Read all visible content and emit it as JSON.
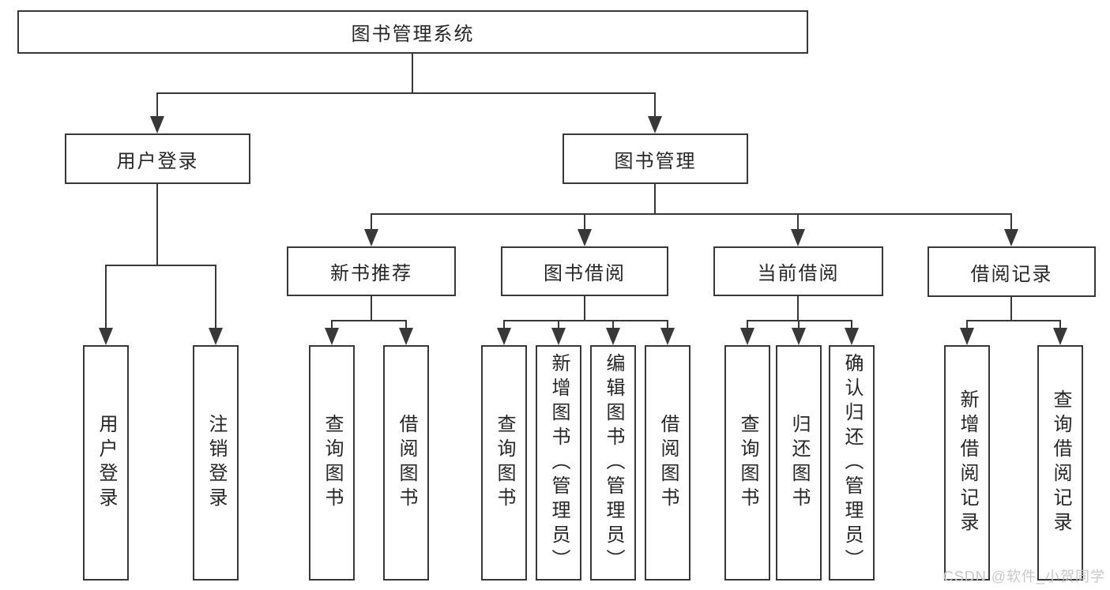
{
  "title": "图书管理系统",
  "watermark": "CSDN @软件_小贺同学",
  "colors": {
    "line": "#383838",
    "text": "#262626",
    "background": "#ffffff",
    "watermark": "#c8c8c8"
  },
  "tree": {
    "root": "图书管理系统",
    "branches": [
      {
        "label": "用户登录",
        "children": [
          "用户登录",
          "注销登录"
        ]
      },
      {
        "label": "图书管理",
        "sections": [
          {
            "label": "新书推荐",
            "children": [
              "查询图书",
              "借阅图书"
            ]
          },
          {
            "label": "图书借阅",
            "children": [
              "查询图书",
              "新增图书（管理员）",
              "编辑图书（管理员）",
              "借阅图书"
            ]
          },
          {
            "label": "当前借阅",
            "children": [
              "查询图书",
              "归还图书",
              "确认归还（管理员）"
            ]
          },
          {
            "label": "借阅记录",
            "children": [
              "新增借阅记录",
              "查询借阅记录"
            ]
          }
        ]
      }
    ]
  }
}
